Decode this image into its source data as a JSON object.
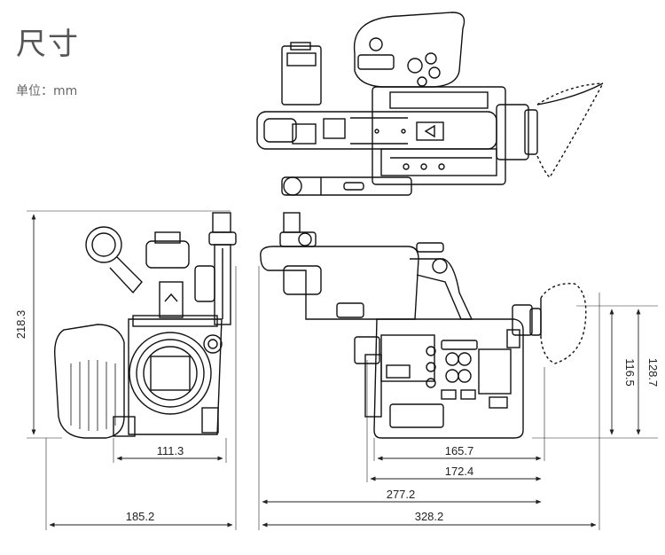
{
  "header": {
    "title": "尺寸",
    "unit_label": "单位：mm"
  },
  "dimensions": {
    "front_height": "218.3",
    "front_mount_width": "111.3",
    "front_width": "185.2",
    "side_d1": "165.7",
    "side_d2": "172.4",
    "side_d3": "277.2",
    "side_d4": "328.2",
    "side_h1": "116.5",
    "side_h2": "128.7"
  }
}
